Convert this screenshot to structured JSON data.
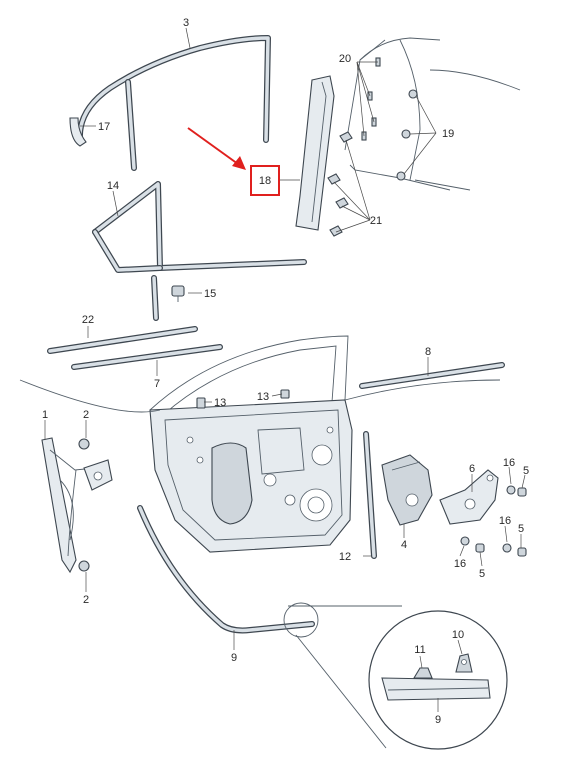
{
  "callouts": {
    "c1": "1",
    "c2a": "2",
    "c2b": "2",
    "c3": "3",
    "c4": "4",
    "c5a": "5",
    "c5b": "5",
    "c5c": "5",
    "c6": "6",
    "c7": "7",
    "c8": "8",
    "c9a": "9",
    "c9b": "9",
    "c10": "10",
    "c11": "11",
    "c12": "12",
    "c13a": "13",
    "c13b": "13",
    "c14": "14",
    "c15": "15",
    "c16a": "16",
    "c16b": "16",
    "c16c": "16",
    "c17": "17",
    "c18": "18",
    "c19": "19",
    "c20": "20",
    "c21": "21",
    "c22": "22"
  },
  "colors": {
    "highlight": "#e0201e",
    "line": "#3e4750",
    "part_fill": "#e6ebef"
  }
}
